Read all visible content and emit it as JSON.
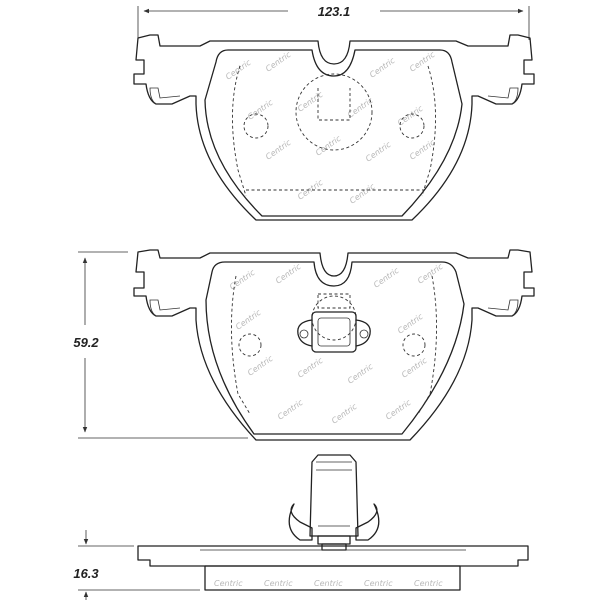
{
  "dimensions": {
    "width": "123.1",
    "height": "59.2",
    "thickness": "16.3"
  },
  "watermark": "Centric",
  "colors": {
    "line": "#222222",
    "dimension_text": "#222222",
    "watermark": "#b8b8b8",
    "background": "#ffffff"
  }
}
